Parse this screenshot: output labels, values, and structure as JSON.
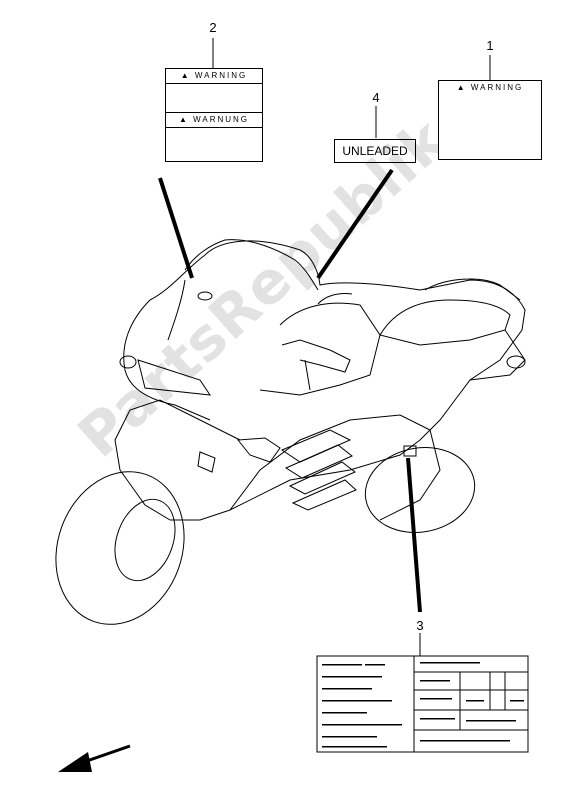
{
  "callouts": {
    "c1": "1",
    "c2": "2",
    "c3": "3",
    "c4": "4"
  },
  "labels": {
    "label_1_title": "WARNING",
    "label_2_title_top": "WARNING",
    "label_2_title_bottom": "WARNUNG",
    "label_4_text": "UNLEADED"
  },
  "watermark": "PartsRepublik",
  "colors": {
    "line": "#000000",
    "watermark": "#969696"
  },
  "icons": [
    "warning-triangle-icon",
    "direction-arrow-icon",
    "gear-logo-icon"
  ]
}
